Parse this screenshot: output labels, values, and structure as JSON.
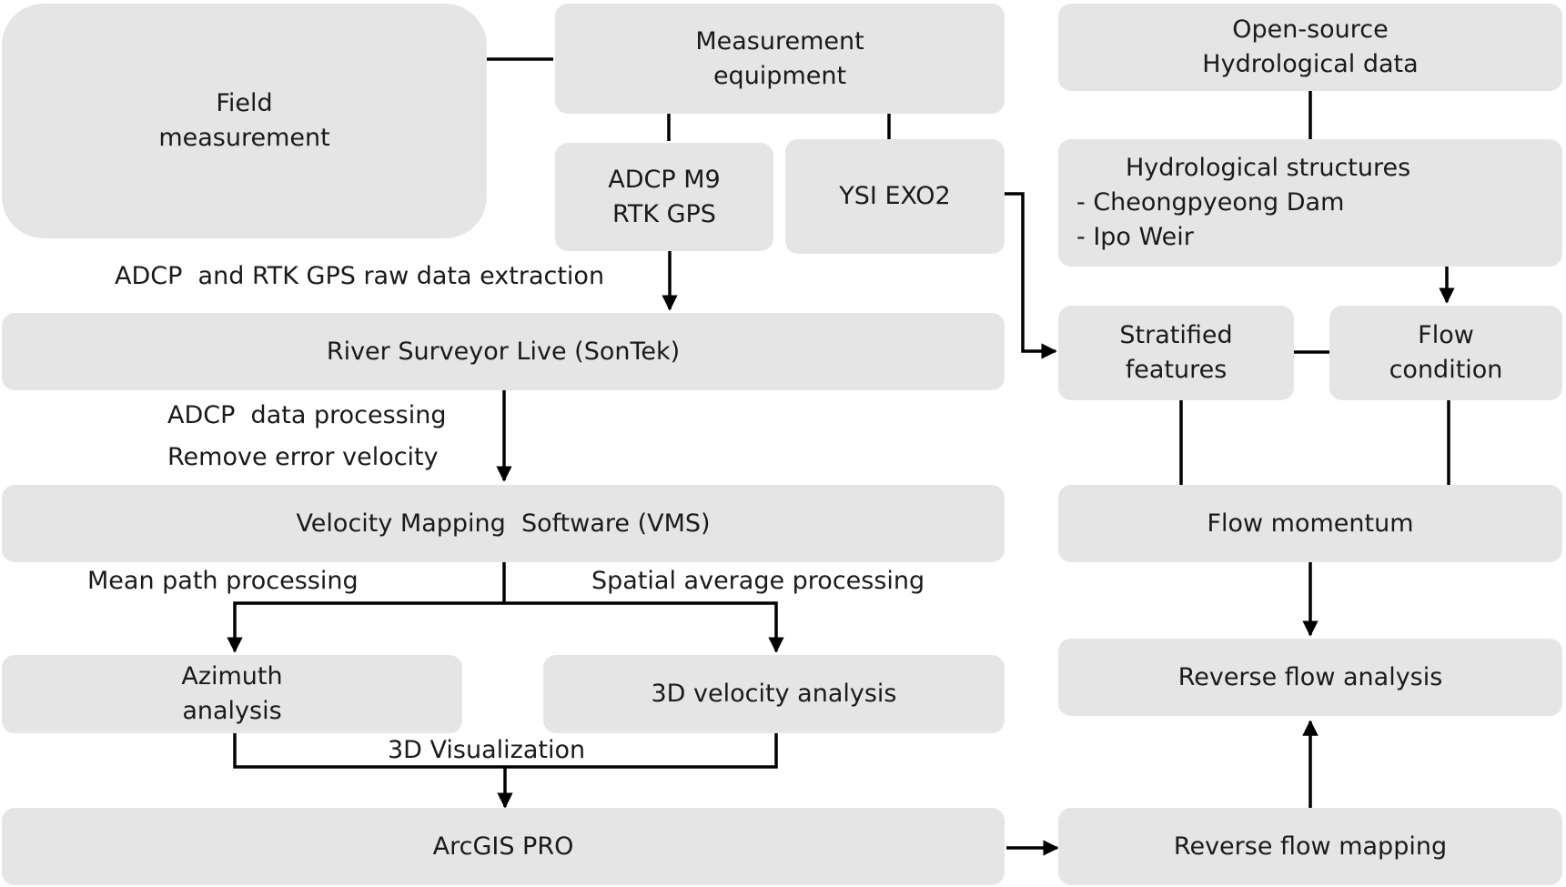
{
  "nodes": {
    "field_measurement": [
      "Field",
      "measurement"
    ],
    "measurement_equipment": [
      "Measurement",
      "equipment"
    ],
    "adcp_m9": [
      "ADCP M9",
      "RTK GPS"
    ],
    "ysi_exo2": [
      "YSI EXO2"
    ],
    "open_source": [
      "Open-source",
      "Hydrological data"
    ],
    "hydrological_structures": [
      "Hydrological structures",
      "- Cheongpyeong Dam",
      "- Ipo Weir"
    ],
    "river_surveyor": [
      "River Surveyor Live (SonTek)"
    ],
    "stratified_features": [
      "Stratified",
      "features"
    ],
    "flow_condition": [
      "Flow",
      "condition"
    ],
    "vms": [
      "Velocity Mapping  Software (VMS)"
    ],
    "flow_momentum": [
      "Flow momentum"
    ],
    "azimuth_analysis": [
      "Azimuth",
      "analysis"
    ],
    "velocity_3d": [
      "3D velocity analysis"
    ],
    "reverse_flow_analysis": [
      "Reverse flow analysis"
    ],
    "arcgis": [
      "ArcGIS PRO"
    ],
    "reverse_flow_mapping": [
      "Reverse flow mapping"
    ]
  },
  "edge_labels": {
    "raw_extraction": "ADCP  and RTK GPS raw data extraction",
    "adcp_processing": "ADCP  data processing",
    "remove_error": "Remove error velocity",
    "mean_path": "Mean path processing",
    "spatial_average": "Spatial average processing",
    "visualization_3d": "3D Visualization"
  },
  "colors": {
    "box_fill": "#e6e5e6",
    "line": "#000000",
    "text": "#1a1a1a"
  }
}
